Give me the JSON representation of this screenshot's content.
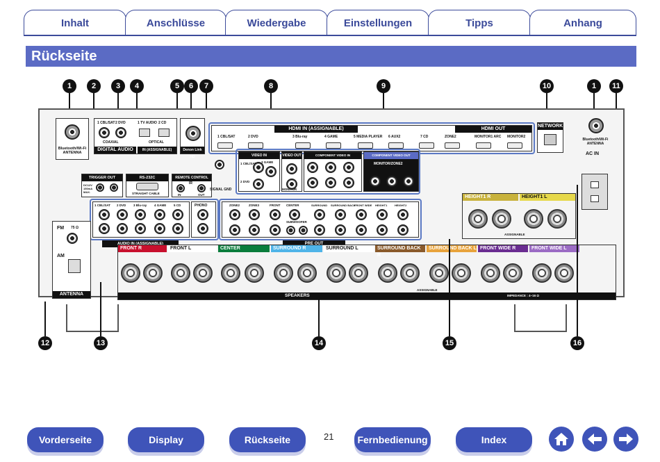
{
  "tabs": [
    "Inhalt",
    "Anschlüsse",
    "Wiedergabe",
    "Einstellungen",
    "Tipps",
    "Anhang"
  ],
  "page_title": "Rückseite",
  "callouts_top": [
    "1",
    "2",
    "3",
    "4",
    "5",
    "6",
    "7",
    "8",
    "9",
    "10",
    "1",
    "11"
  ],
  "callouts_bottom": [
    "12",
    "13",
    "14",
    "15",
    "16"
  ],
  "labels": {
    "bt_antenna": "Bluetooth/Wi-Fi ANTENNA",
    "digital_audio": "DIGITAL AUDIO",
    "coaxial": "COAXIAL",
    "optical": "OPTICAL",
    "assignable_in": "IN (ASSIGNABLE)",
    "cbl_sat": "1 CBL/SAT",
    "dvd": "2 DVD",
    "tv_audio": "1 TV AUDIO",
    "cd": "2 CD",
    "denon_link": "Denon Link HD",
    "signal_gnd": "SIGNAL GND",
    "hdmi_in": "HDMI IN (ASSIGNABLE)",
    "hdmi_inputs": [
      "1 CBL/SAT",
      "2 DVD",
      "3 Blu-ray",
      "4 GAME",
      "5 MEDIA PLAYER",
      "6 AUX2",
      "7 CD"
    ],
    "hdmi_out": "HDMI OUT",
    "zone2": "ZONE2",
    "monitor1_arc": "MONITOR1 ARC",
    "monitor2": "MONITOR2",
    "network": "NETWORK",
    "ac_in": "AC IN",
    "trigger_out": "TRIGGER OUT",
    "trigger_spec": "DC12V 150mA MAX.",
    "rs232c": "RS-232C",
    "straight_cable": "STRAIGHT CABLE",
    "remote_control": "REMOTE CONTROL",
    "ir": "IR",
    "in": "IN",
    "out": "OUT",
    "video_in": "VIDEO IN (ASSIGNABLE)",
    "video_out": "VIDEO OUT",
    "game3": "3 GAME",
    "monitor": "MONITOR",
    "component_in": "COMPONENT VIDEO IN (ASSIGNABLE)",
    "component_out": "COMPONENT VIDEO OUT",
    "monitor_zone2": "MONITOR/ZONE2",
    "audio_in": "AUDIO IN (ASSIGNABLE)",
    "audio_inputs": [
      "1 CBL/SAT",
      "2 DVD",
      "3 Blu-ray",
      "4 GAME",
      "5 CD"
    ],
    "phono": "PHONO",
    "pre_out": "PRE OUT",
    "pre_out_channels": [
      "ZONE2",
      "ZONE3",
      "FRONT",
      "CENTER",
      "SURROUND",
      "SURROUND BACK",
      "FRONT WIDE",
      "HEIGHT1",
      "HEIGHT2"
    ],
    "subwoofer": "SUBWOOFER",
    "fm": "FM",
    "fm_ohm": "75 Ω",
    "am": "AM",
    "antenna": "ANTENNA",
    "height1_r": "HEIGHT1 R",
    "height1_l": "HEIGHT1 L",
    "assignable": "ASSIGNABLE",
    "speakers": "SPEAKERS",
    "impedance": "IMPEDANCE : 4~16 Ω",
    "speaker_groups": [
      {
        "label": "FRONT R",
        "color": "#c8102e"
      },
      {
        "label": "FRONT L",
        "color": "#ffffff"
      },
      {
        "label": "CENTER",
        "color": "#0a7d3c"
      },
      {
        "label": "SURROUND R",
        "color": "#4fb4e8"
      },
      {
        "label": "SURROUND L",
        "color": "#ffffff"
      },
      {
        "label": "SURROUND BACK R",
        "color": "#8a5a2b"
      },
      {
        "label": "SURROUND BACK L",
        "color": "#e8a33c"
      },
      {
        "label": "FRONT WIDE R",
        "color": "#6a2c91"
      },
      {
        "label": "FRONT WIDE L",
        "color": "#9b6bc4"
      }
    ]
  },
  "page_number": "21",
  "nav": {
    "vorderseite": "Vorderseite",
    "display": "Display",
    "rueckseite": "Rückseite",
    "fernbedienung": "Fernbedienung",
    "index": "Index"
  },
  "colors": {
    "accent": "#3f54b9",
    "title_bar": "#5b6bc4",
    "highlight": "#5b79c4"
  }
}
